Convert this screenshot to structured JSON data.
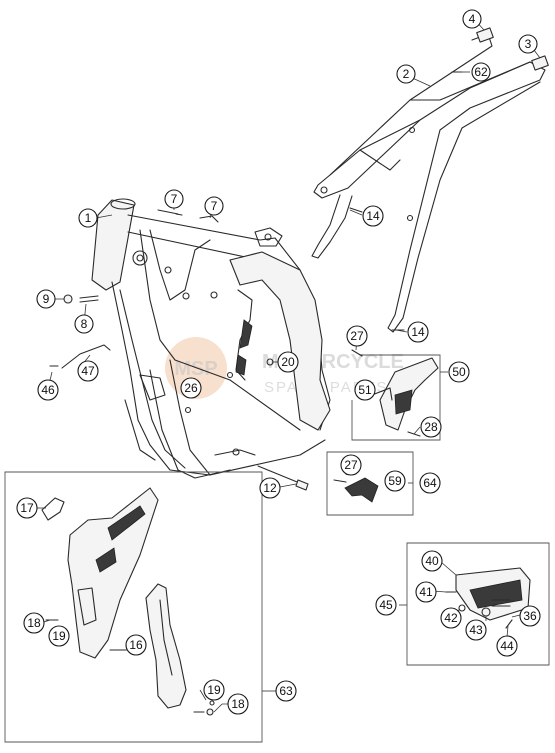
{
  "watermark": {
    "logo_letters": "MSP",
    "line1": "MOTORCYCLE",
    "line2": "SPARE PARTS"
  },
  "callouts": [
    {
      "id": "c1",
      "label": "1"
    },
    {
      "id": "c2",
      "label": "2"
    },
    {
      "id": "c3",
      "label": "3"
    },
    {
      "id": "c4",
      "label": "4"
    },
    {
      "id": "c62",
      "label": "62"
    },
    {
      "id": "c7a",
      "label": "7"
    },
    {
      "id": "c7b",
      "label": "7"
    },
    {
      "id": "c14a",
      "label": "14"
    },
    {
      "id": "c14b",
      "label": "14"
    },
    {
      "id": "c9",
      "label": "9"
    },
    {
      "id": "c8",
      "label": "8"
    },
    {
      "id": "c47",
      "label": "47"
    },
    {
      "id": "c46",
      "label": "46"
    },
    {
      "id": "c26",
      "label": "26"
    },
    {
      "id": "c20",
      "label": "20"
    },
    {
      "id": "c27a",
      "label": "27"
    },
    {
      "id": "c50",
      "label": "50"
    },
    {
      "id": "c51",
      "label": "51"
    },
    {
      "id": "c28",
      "label": "28"
    },
    {
      "id": "c27b",
      "label": "27"
    },
    {
      "id": "c59",
      "label": "59"
    },
    {
      "id": "c64",
      "label": "64"
    },
    {
      "id": "c12",
      "label": "12"
    },
    {
      "id": "c17",
      "label": "17"
    },
    {
      "id": "c18a",
      "label": "18"
    },
    {
      "id": "c19a",
      "label": "19"
    },
    {
      "id": "c16",
      "label": "16"
    },
    {
      "id": "c19b",
      "label": "19"
    },
    {
      "id": "c18b",
      "label": "18"
    },
    {
      "id": "c63",
      "label": "63"
    },
    {
      "id": "c40",
      "label": "40"
    },
    {
      "id": "c41",
      "label": "41"
    },
    {
      "id": "c45",
      "label": "45"
    },
    {
      "id": "c42",
      "label": "42"
    },
    {
      "id": "c36",
      "label": "36"
    },
    {
      "id": "c43",
      "label": "43"
    },
    {
      "id": "c44",
      "label": "44"
    }
  ]
}
